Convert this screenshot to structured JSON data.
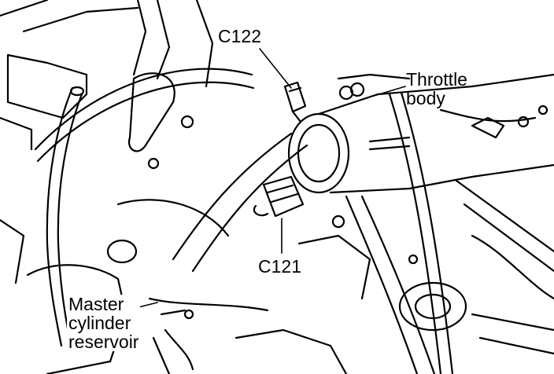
{
  "figure": {
    "labels": {
      "c122": "C122",
      "throttle_body": [
        "Throttle",
        "body"
      ],
      "c121": "C121",
      "master_cylinder_reservoir": [
        "Master",
        "cylinder",
        "reservoir"
      ]
    },
    "colors": {
      "ink": "#000000",
      "paper": "#ffffff"
    }
  }
}
